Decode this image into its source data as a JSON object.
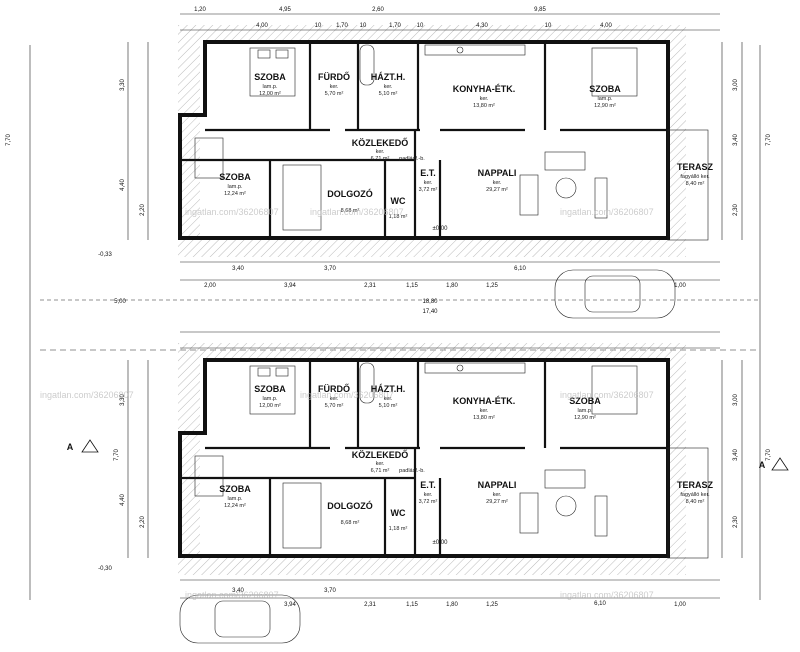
{
  "units": [
    {
      "offsetY": 0,
      "rooms": [
        {
          "name": "SZOBA",
          "floor": "lam.p.",
          "area": "12,00 m²"
        },
        {
          "name": "FÜRDŐ",
          "floor": "ker.",
          "area": "5,70 m²"
        },
        {
          "name": "HÁZT.H.",
          "floor": "ker.",
          "area": "5,10 m²"
        },
        {
          "name": "KONYHA-ÉTK.",
          "floor": "ker.",
          "area": "13,80 m²"
        },
        {
          "name": "SZOBA",
          "floor": "lam.p.",
          "area": "12,90 m²"
        },
        {
          "name": "KÖZLEKEDŐ",
          "floor": "ker.",
          "area": "6,71 m²"
        },
        {
          "name": "SZOBA",
          "floor": "lam.p.",
          "area": "12,24 m²"
        },
        {
          "name": "DOLGOZÓ",
          "floor": "",
          "area": "8,68 m²"
        },
        {
          "name": "E.T.",
          "floor": "ker.",
          "area": "3,72 m²"
        },
        {
          "name": "NAPPALI",
          "floor": "ker.",
          "area": "29,27 m²"
        },
        {
          "name": "WC",
          "floor": "",
          "area": "1,18 m²"
        },
        {
          "name": "TERASZ",
          "floor": "fagyálló ker.",
          "area": "8,40 m²"
        }
      ]
    },
    {
      "offsetY": 318,
      "rooms": [
        {
          "name": "SZOBA",
          "floor": "lam.p.",
          "area": "12,00 m²"
        },
        {
          "name": "FÜRDŐ",
          "floor": "ker.",
          "area": "5,70 m²"
        },
        {
          "name": "HÁZT.H.",
          "floor": "ker.",
          "area": "5,10 m²"
        },
        {
          "name": "KONYHA-ÉTK.",
          "floor": "ker.",
          "area": "13,80 m²"
        },
        {
          "name": "SZOBA",
          "floor": "lam.p.",
          "area": "12,90 m²"
        },
        {
          "name": "KÖZLEKEDŐ",
          "floor": "ker.",
          "area": "6,71 m²"
        },
        {
          "name": "SZOBA",
          "floor": "lam.p.",
          "area": "12,24 m²"
        },
        {
          "name": "DOLGOZÓ",
          "floor": "",
          "area": "8,68 m²"
        },
        {
          "name": "E.T.",
          "floor": "ker.",
          "area": "3,72 m²"
        },
        {
          "name": "NAPPALI",
          "floor": "ker.",
          "area": "29,27 m²"
        },
        {
          "name": "WC",
          "floor": "",
          "area": "1,18 m²"
        },
        {
          "name": "TERASZ",
          "floor": "fagyálló ker.",
          "area": "8,40 m²"
        }
      ]
    }
  ],
  "topDims": [
    "1,20",
    "4,95",
    "2,60",
    "9,85"
  ],
  "topDims2": [
    "4,00",
    "10",
    "1,70",
    "10",
    "1,70",
    "10",
    "4,30",
    "10",
    "4,00"
  ],
  "bottomDims": [
    "3,40",
    "3,70",
    "6,10"
  ],
  "bottomDims2": [
    "2,00",
    "3,94",
    "2,31",
    "1,15",
    "1,80",
    "1,25",
    "1,00"
  ],
  "overall": [
    "5,00",
    "18,80",
    "17,40"
  ],
  "leftDims": [
    "7,70",
    "3,30",
    "4,40",
    "2,20"
  ],
  "rightDims": [
    "7,70",
    "3,00",
    "3,40",
    "2,30"
  ],
  "sectionMarks": [
    "A",
    "A"
  ],
  "levels": [
    "-0,33",
    "±0,00",
    "-0,30"
  ],
  "watermark": "ingatlan.com/36206807",
  "padlasfeljaro": "padlásf.-b."
}
